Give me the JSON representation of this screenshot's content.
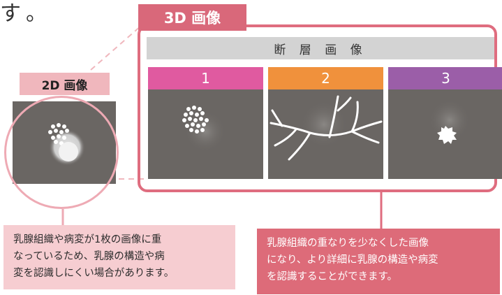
{
  "intro": {
    "char": "す。"
  },
  "diagram": {
    "label_3d": "3D 画像",
    "header": "断 層 画 像",
    "tabs": [
      {
        "label": "1",
        "color": "#e05aa0"
      },
      {
        "label": "2",
        "color": "#f0913c"
      },
      {
        "label": "3",
        "color": "#9b5ea8"
      }
    ],
    "label_2d": "2D 画像",
    "note_2d_lines": [
      "乳腺組織や病変が1枚の画像に重",
      "なっているため、乳腺の構造や病",
      "変を認識しにくい場合があります。"
    ],
    "note_3d_lines": [
      "乳腺組織の重なりを少なくした画像",
      "になり、より詳細に乳腺の構造や病変",
      "を認識することができます。"
    ]
  },
  "colors": {
    "accent_pink": "#df6d7f",
    "light_pink": "#f6cdd1",
    "panel_gray": "#6a6663"
  }
}
